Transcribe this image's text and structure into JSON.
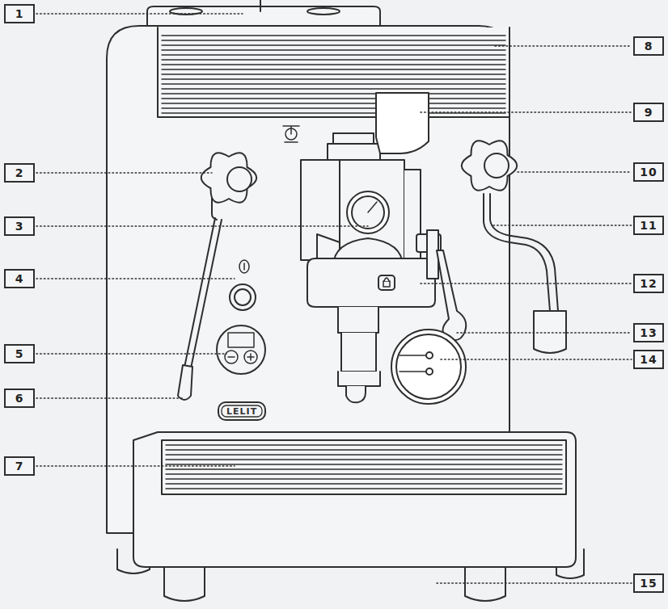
{
  "diagram": {
    "nodes": [
      {
        "text": [
          "1"
        ]
      },
      {
        "text": [
          "8"
        ]
      },
      {
        "text": [
          "9"
        ]
      },
      {
        "text": [
          "2"
        ]
      },
      {
        "text": [
          "10"
        ]
      },
      {
        "text": [
          "3"
        ]
      },
      {
        "text": [
          "11"
        ]
      },
      {
        "text": [
          "4"
        ]
      },
      {
        "text": [
          "12"
        ]
      },
      {
        "text": [
          "13"
        ]
      },
      {
        "text": [
          "5"
        ]
      },
      {
        "text": [
          "14"
        ]
      },
      {
        "text": [
          "6"
        ]
      },
      {
        "text": [
          "7"
        ]
      },
      {
        "text": [
          "15"
        ]
      }
    ],
    "labels": [
      "LELIT"
    ]
  }
}
